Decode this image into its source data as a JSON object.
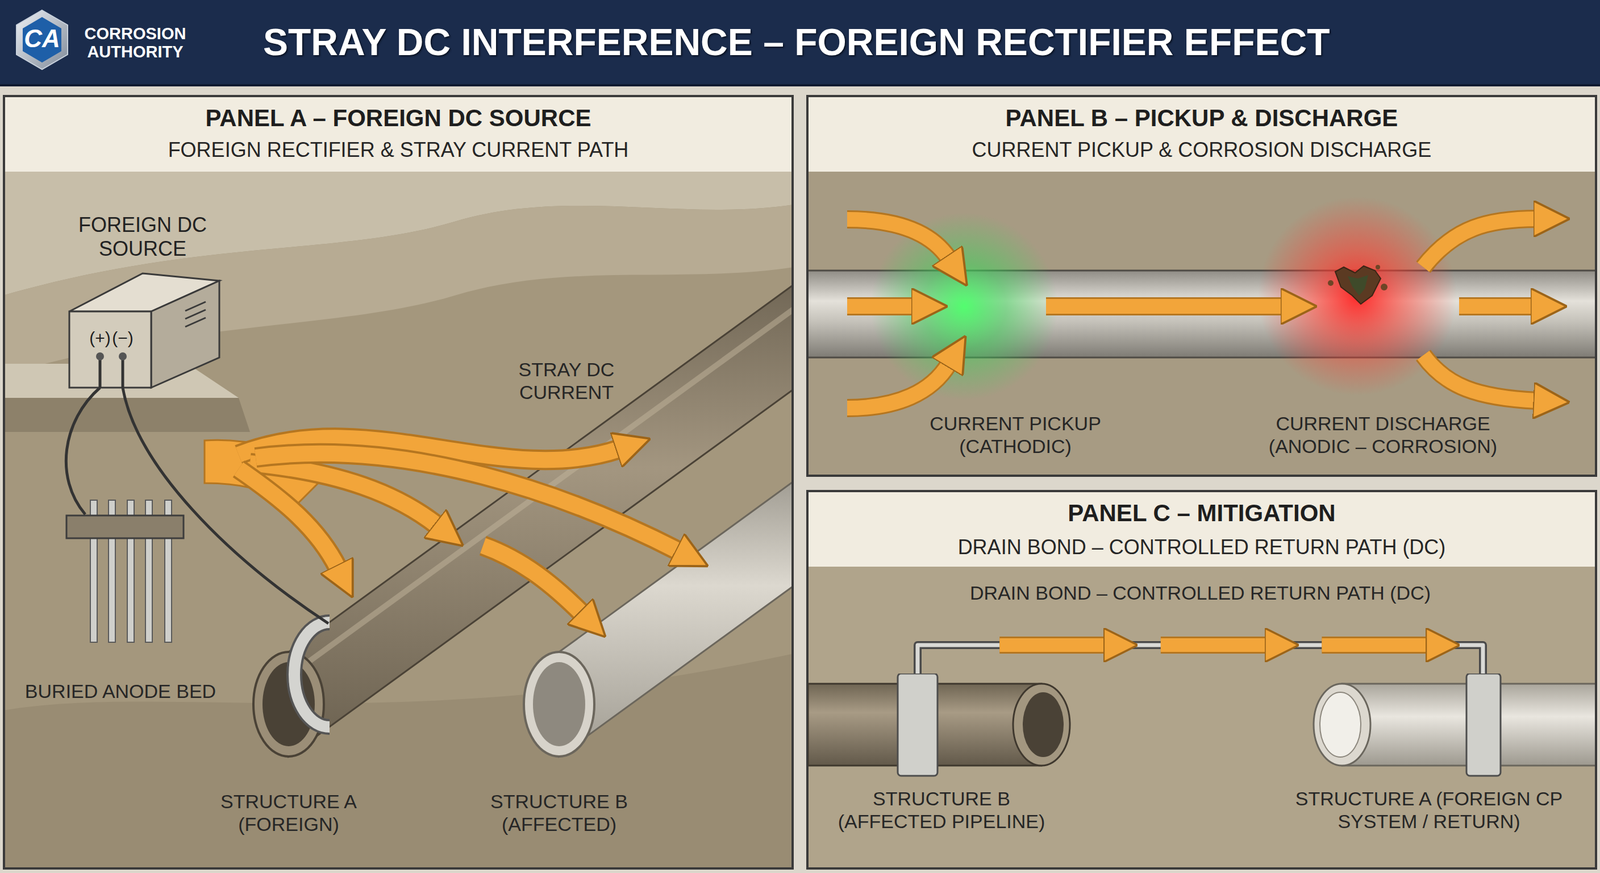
{
  "diagram": {
    "title": "STRAY DC INTERFERENCE – FOREIGN RECTIFIER EFFECT",
    "nodes": [
      {
        "text": [
          "PANEL A – FOREIGN DC SOURCE",
          "FOREIGN RECTIFIER & STRAY CURRENT PATH"
        ]
      },
      {
        "text": [
          "FOREIGN DC SOURCE",
          "(+)",
          "(−)"
        ],
        "in": 0
      },
      {
        "text": [
          "PANEL B – PICKUP & DISCHARGE",
          "CURRENT PICKUP & CORROSION DISCHARGE"
        ]
      },
      {
        "text": [
          "PANEL C – MITIGATION",
          "DRAIN BOND – CONTROLLED RETURN PATH (DC)"
        ]
      },
      {
        "text": [
          "STRUCTURE B (AFFECTED PIPELINE)"
        ],
        "in": 3
      },
      {
        "text": [
          "STRUCTURE A (FOREIGN CP SYSTEM / RETURN)"
        ],
        "in": 3
      }
    ],
    "edges": [
      {
        "from": 4,
        "to": 5,
        "arrow": "to",
        "label": "DRAIN BOND – CONTROLLED RETURN PATH (DC)"
      }
    ],
    "labels": [
      "CA",
      "CORROSION AUTHORITY",
      "BURIED ANODE BED",
      "STRAY DC CURRENT",
      "STRUCTURE A (FOREIGN)",
      "STRUCTURE B (AFFECTED)",
      "CURRENT PICKUP (CATHODIC)",
      "CURRENT DISCHARGE (ANODIC – CORROSION)"
    ]
  }
}
